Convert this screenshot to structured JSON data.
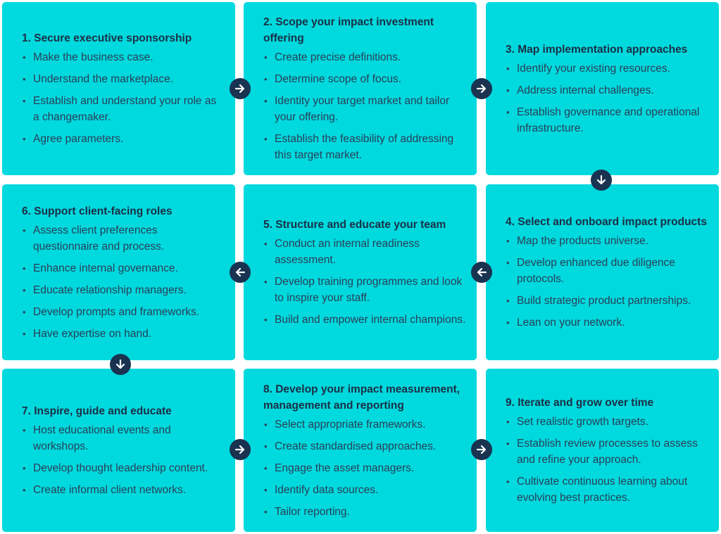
{
  "colors": {
    "card": "#00d9de",
    "text": "#1b2f45",
    "arrow": "#193350"
  },
  "steps": [
    {
      "title": "1. Secure executive sponsorship",
      "items": [
        "Make the business case.",
        "Understand the marketplace.",
        "Establish and understand your role as a changemaker.",
        "Agree parameters."
      ]
    },
    {
      "title": "2. Scope your impact investment offering",
      "items": [
        "Create precise definitions.",
        "Determine scope of focus.",
        "Identity your target market and tailor your offering.",
        "Establish the feasibility of addressing this target market."
      ]
    },
    {
      "title": "3. Map implementation approaches",
      "items": [
        "Identify your existing resources.",
        "Address internal challenges.",
        "Establish governance and operational infrastructure."
      ]
    },
    {
      "title": "4. Select and onboard impact products",
      "items": [
        "Map the products universe.",
        "Develop enhanced due diligence protocols.",
        "Build strategic product partnerships.",
        "Lean on your network."
      ]
    },
    {
      "title": "5. Structure and educate your team",
      "items": [
        "Conduct an internal readiness assessment.",
        "Develop training programmes and look to inspire your staff.",
        "Build and empower internal champions."
      ]
    },
    {
      "title": "6. Support client-facing roles",
      "items": [
        "Assess client preferences questionnaire and process.",
        "Enhance internal governance.",
        "Educate relationship managers.",
        "Develop prompts and frameworks.",
        "Have expertise on hand."
      ]
    },
    {
      "title": "7. Inspire, guide and educate",
      "items": [
        "Host educational events and workshops.",
        "Develop thought leadership content.",
        "Create informal client networks."
      ]
    },
    {
      "title": "8. Develop your impact measurement, management and reporting",
      "items": [
        "Select appropriate frameworks.",
        "Create standardised approaches.",
        "Engage the asset managers.",
        "Identify data sources.",
        "Tailor reporting."
      ]
    },
    {
      "title": "9. Iterate and grow over time",
      "items": [
        "Set realistic growth targets.",
        "Establish review processes to assess and refine your approach.",
        "Cultivate continuous learning about evolving best practices."
      ]
    }
  ],
  "arrows": [
    {
      "name": "arrow-1-to-2",
      "direction": "right"
    },
    {
      "name": "arrow-2-to-3",
      "direction": "right"
    },
    {
      "name": "arrow-3-to-4",
      "direction": "down"
    },
    {
      "name": "arrow-4-to-5",
      "direction": "left"
    },
    {
      "name": "arrow-5-to-6",
      "direction": "left"
    },
    {
      "name": "arrow-6-to-7",
      "direction": "down"
    },
    {
      "name": "arrow-7-to-8",
      "direction": "right"
    },
    {
      "name": "arrow-8-to-9",
      "direction": "right"
    }
  ]
}
